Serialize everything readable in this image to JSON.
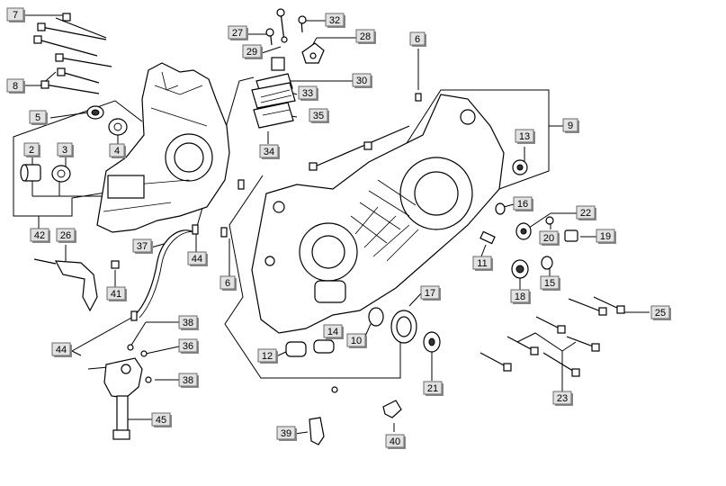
{
  "callouts": [
    "7",
    "8",
    "5",
    "2",
    "3",
    "4",
    "42",
    "26",
    "41",
    "44",
    "37",
    "27",
    "29",
    "28",
    "32",
    "30",
    "33",
    "35",
    "34",
    "6",
    "9",
    "13",
    "16",
    "22",
    "19",
    "20",
    "11",
    "15",
    "18",
    "17",
    "10",
    "14",
    "12",
    "21",
    "25",
    "23",
    "38",
    "36",
    "45",
    "39",
    "40",
    "6",
    "44",
    "38"
  ],
  "colors": {
    "callout_fill": "#e2e2e2",
    "line": "#000000"
  }
}
